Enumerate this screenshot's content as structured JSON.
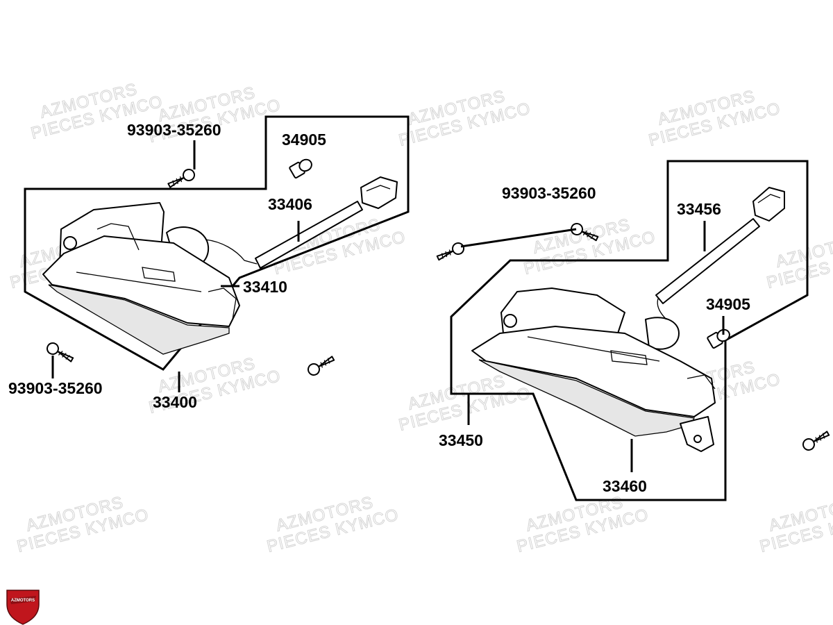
{
  "watermark": {
    "line1": "AZMOTORS",
    "line2": "PIECES KYMCO"
  },
  "logo": {
    "text": "AZMOTORS",
    "color": "#c0161d"
  },
  "labels": {
    "left_screw_top": "93903-35260",
    "left_bulb": "34905",
    "left_harness": "33406",
    "left_lens": "33410",
    "left_screw_bottom": "93903-35260",
    "left_assembly": "33400",
    "right_screw": "93903-35260",
    "right_harness": "33456",
    "right_bulb": "34905",
    "right_assembly": "33450",
    "right_lens": "33460"
  }
}
